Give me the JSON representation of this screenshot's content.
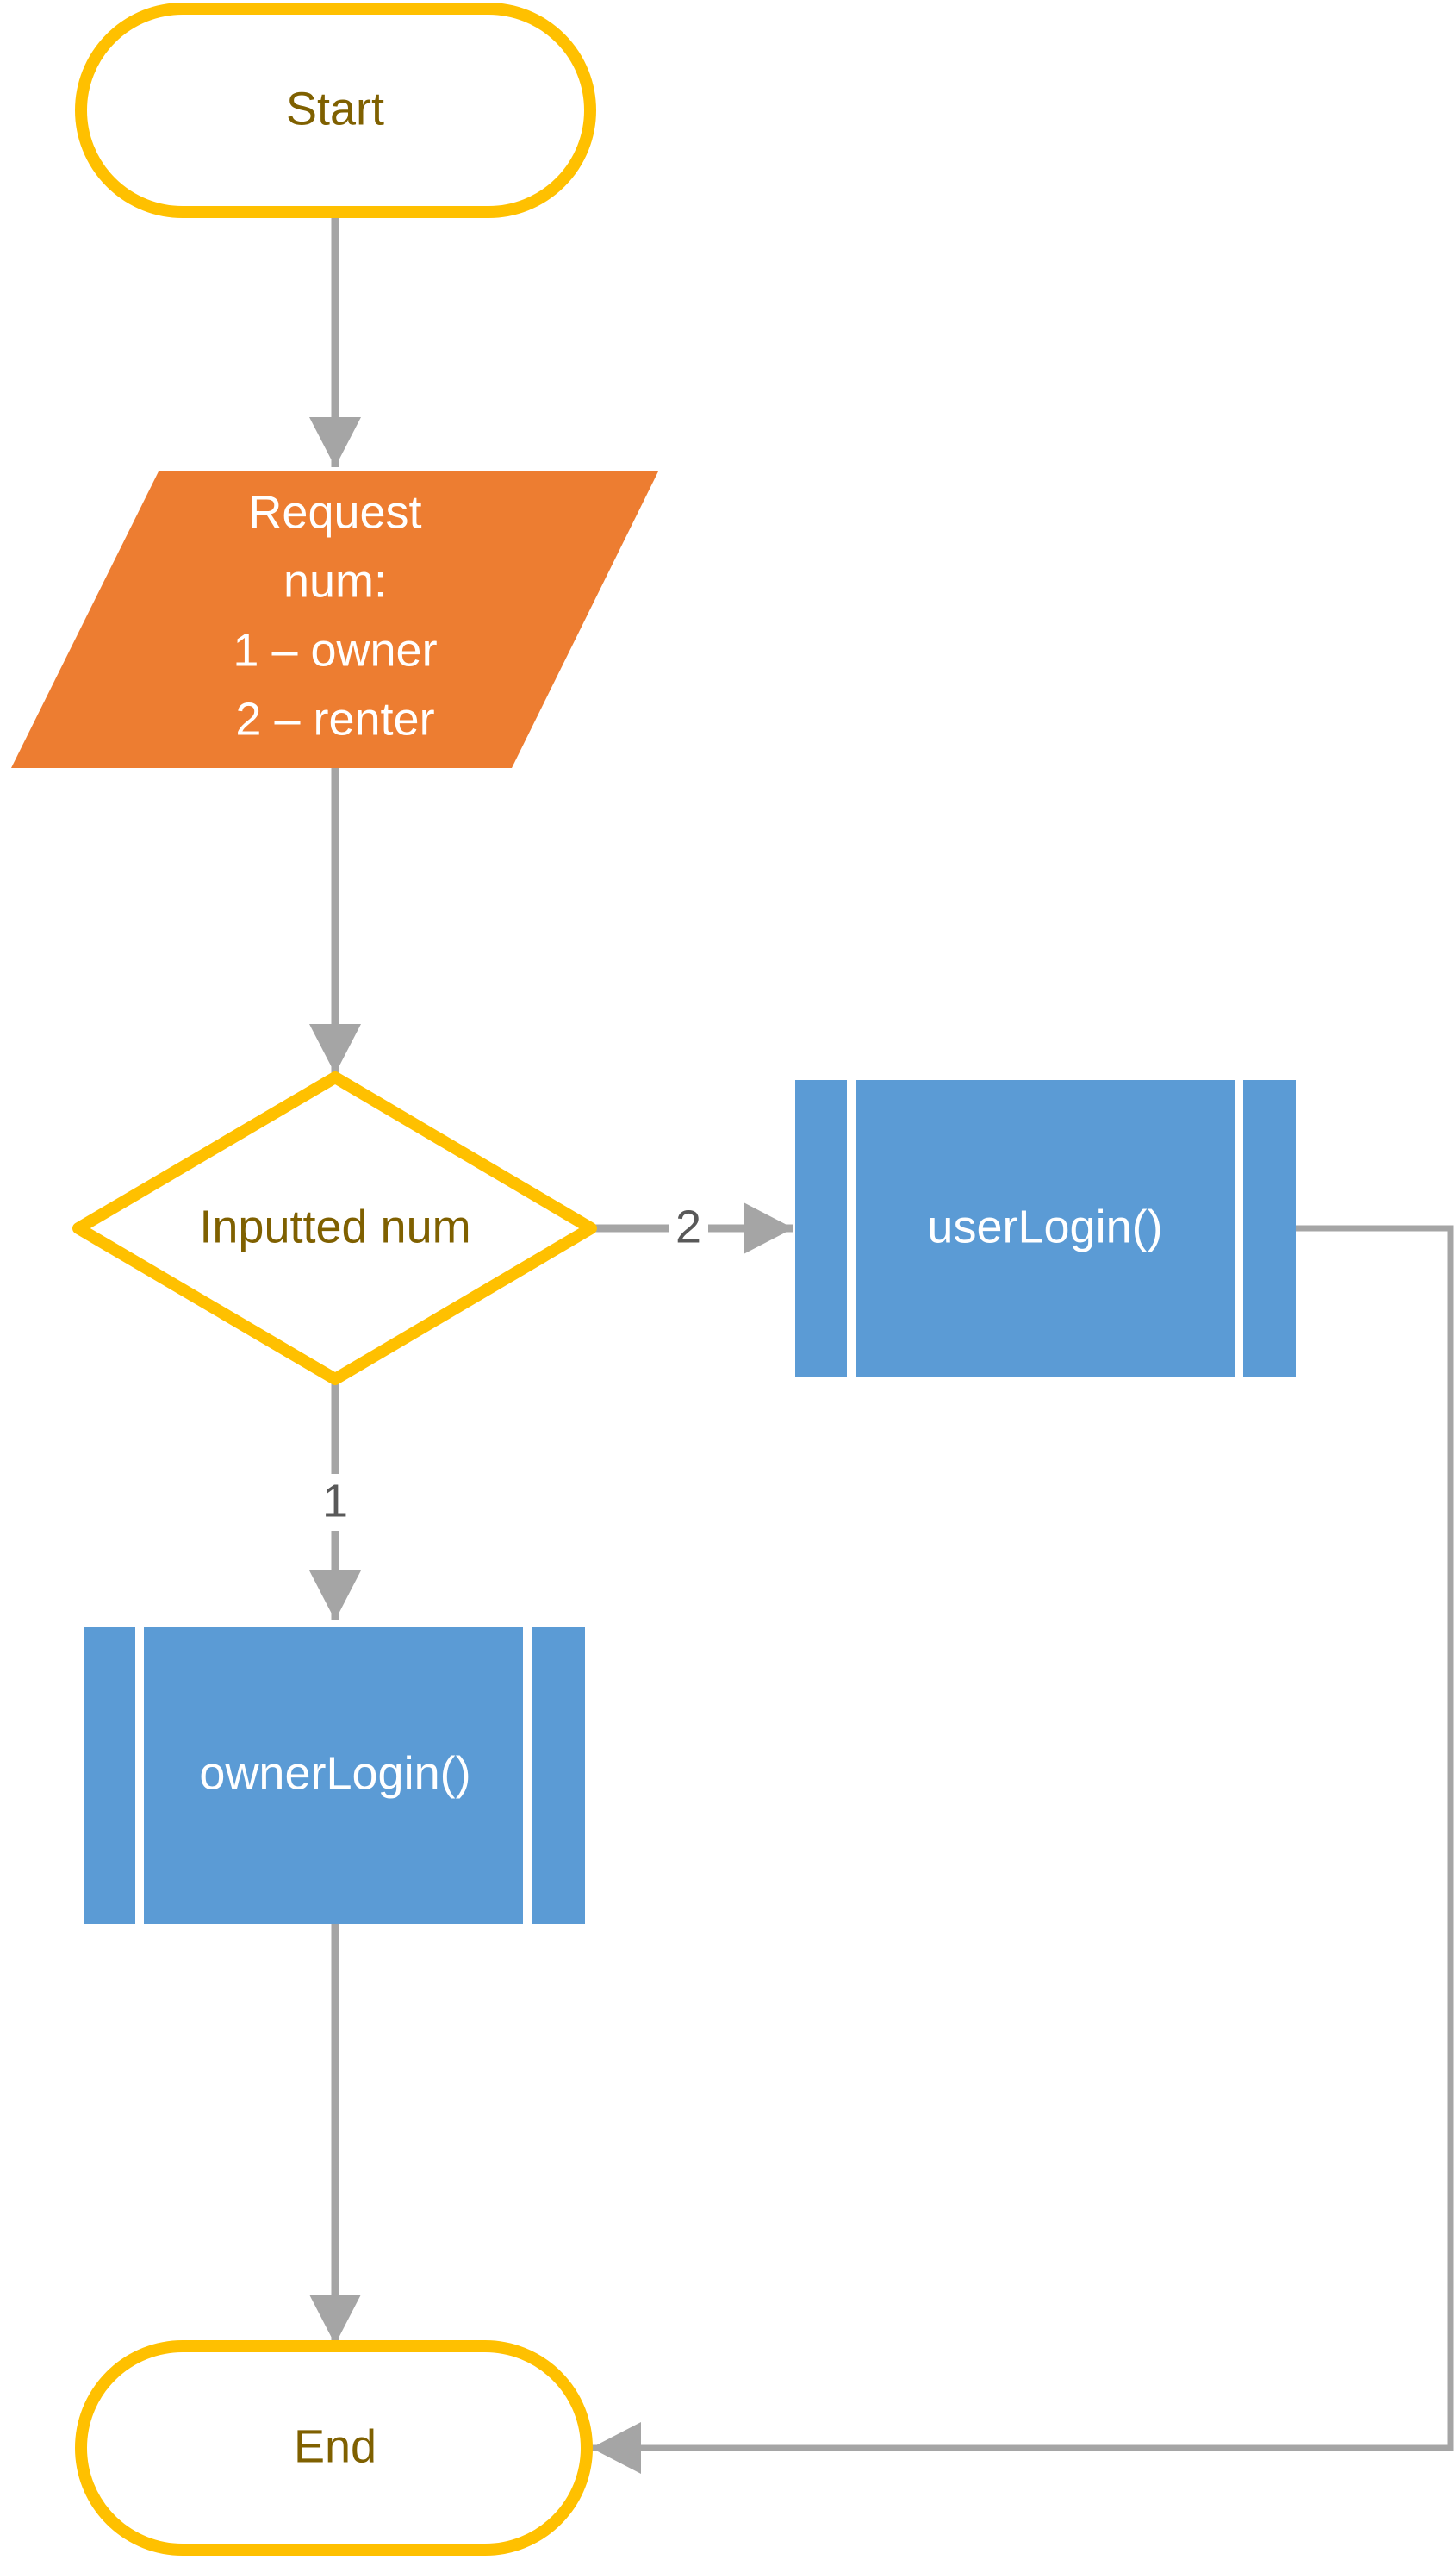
{
  "colors": {
    "terminal_border": "#FFC000",
    "terminal_text": "#7F6000",
    "io_fill": "#ED7D31",
    "io_text": "#FFFFFF",
    "decision_border": "#FFC000",
    "decision_text": "#7F6000",
    "process_fill": "#5B9BD5",
    "process_text": "#FFFFFF",
    "connector": "#A5A5A5",
    "edge_label_text": "#595959"
  },
  "nodes": {
    "start": {
      "label": "Start",
      "shape": "terminal"
    },
    "request": {
      "shape": "parallelogram",
      "lines": [
        "Request",
        "num:",
        "1 – owner",
        "2 – renter"
      ]
    },
    "decision": {
      "label": "Inputted num",
      "shape": "diamond"
    },
    "user_login": {
      "label": "userLogin()",
      "shape": "predefined-process"
    },
    "owner_login": {
      "label": "ownerLogin()",
      "shape": "predefined-process"
    },
    "end": {
      "label": "End",
      "shape": "terminal"
    }
  },
  "edges": {
    "decision_to_user_login": {
      "label": "2"
    },
    "decision_to_owner_login": {
      "label": "1"
    }
  }
}
